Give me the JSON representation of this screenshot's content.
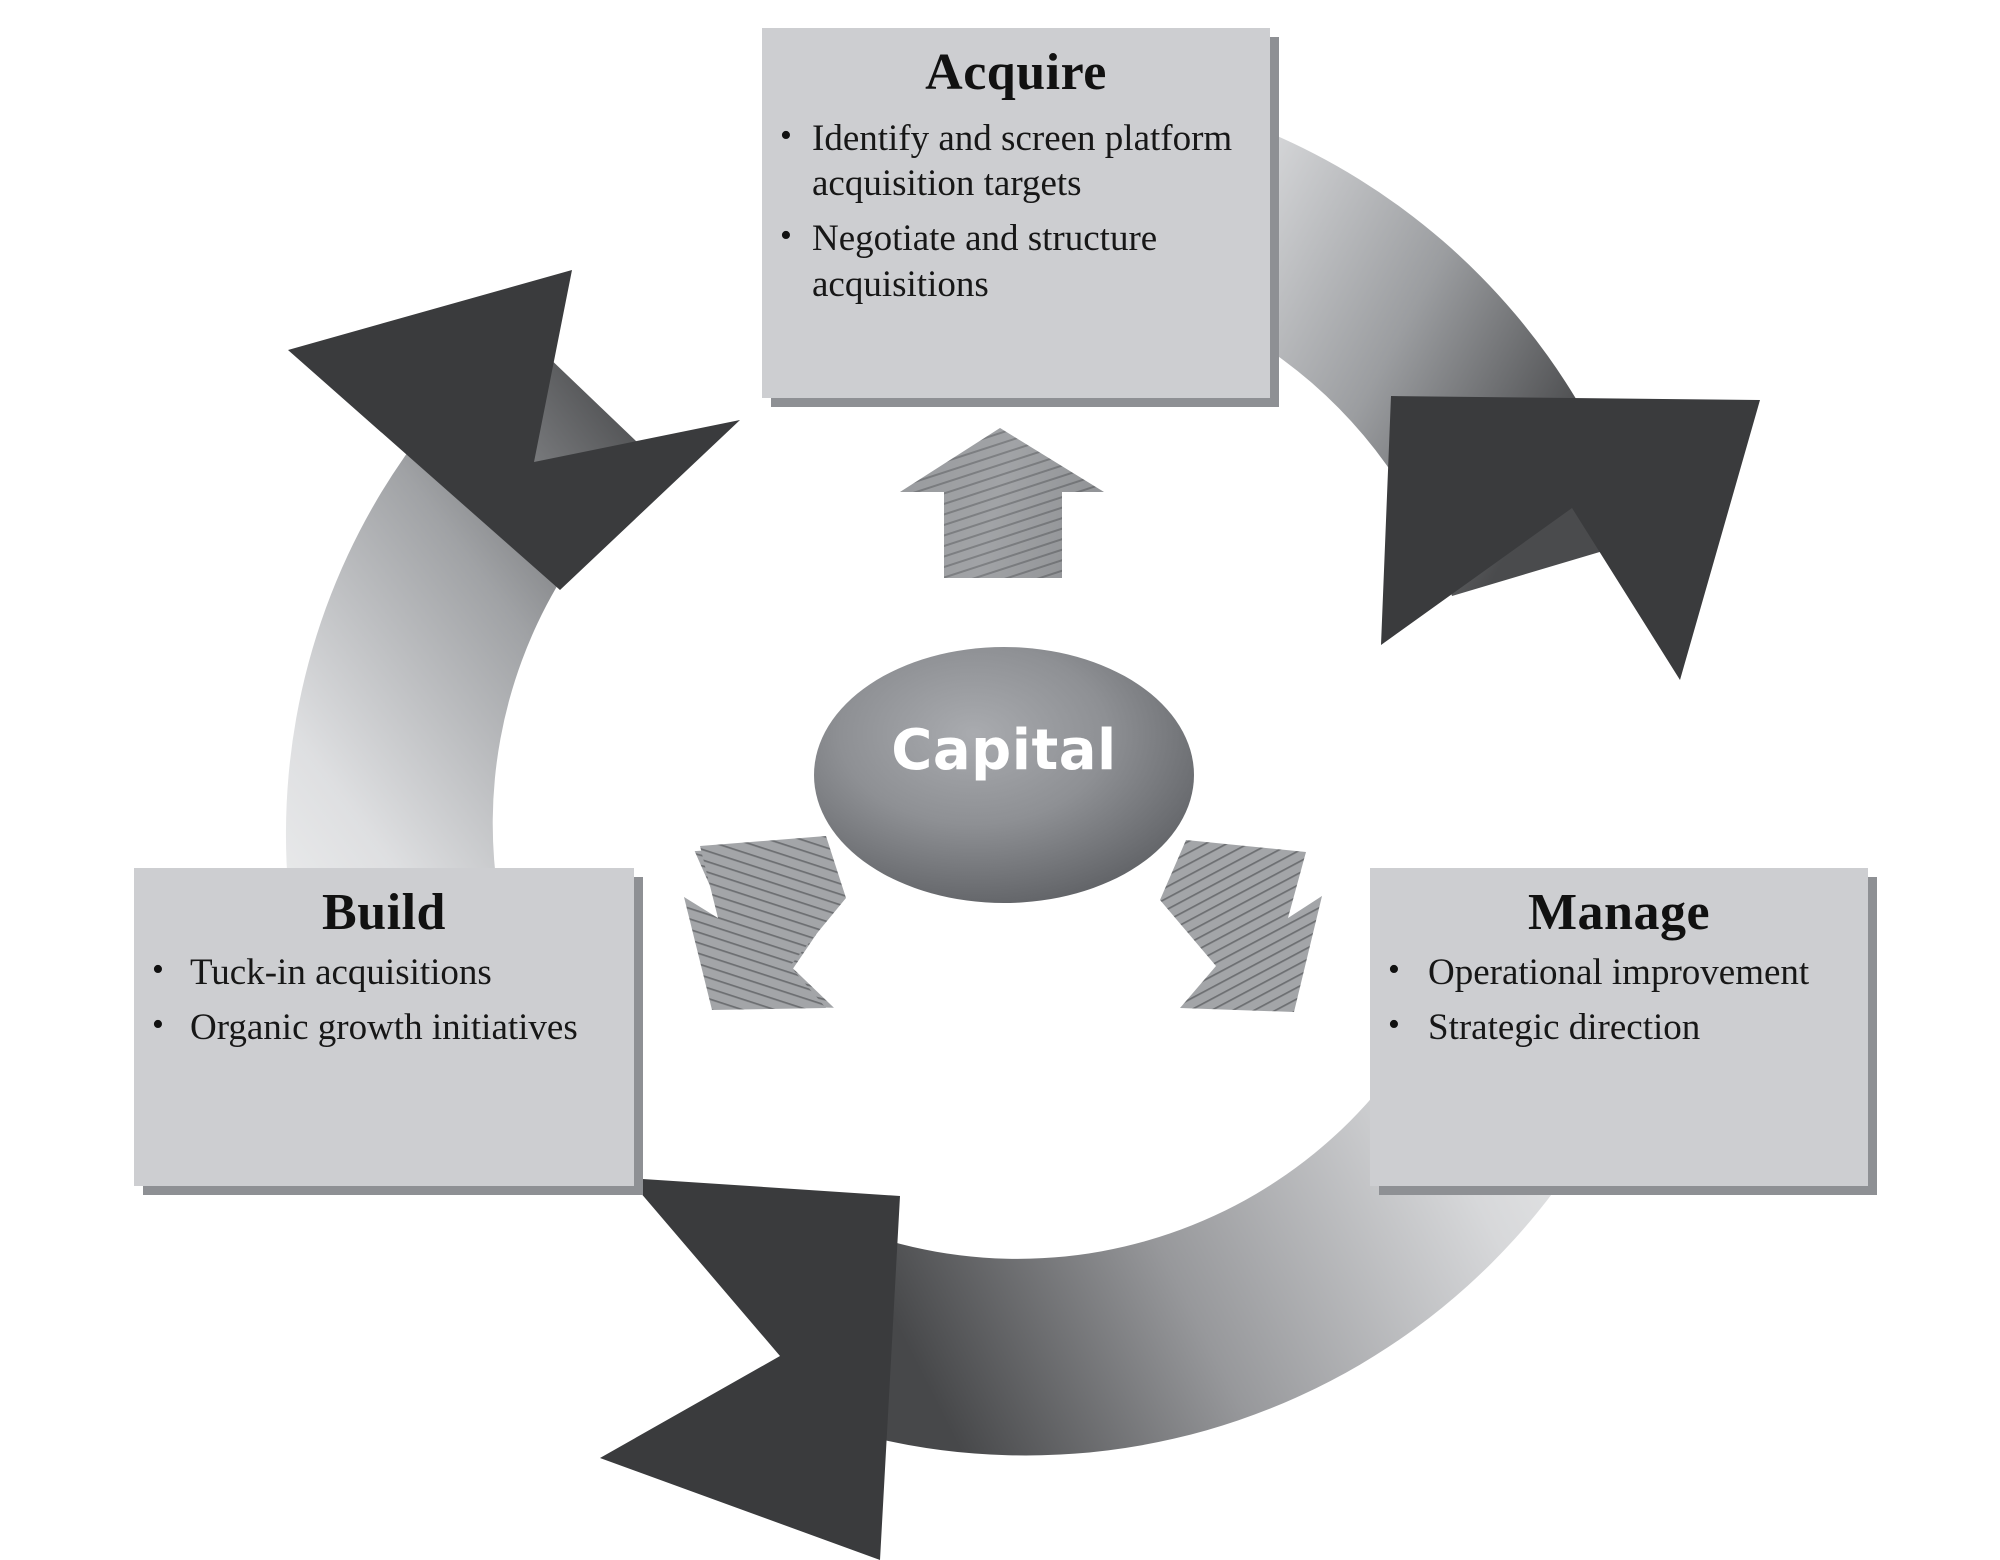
{
  "diagram": {
    "title": "Acquire - Build - Manage capital cycle",
    "hub": {
      "label": "Capital"
    },
    "phases": [
      {
        "id": "acquire",
        "title": "Acquire",
        "bullets": [
          "Identify and screen platform acquisition targets",
          "Negotiate and structure acquisitions"
        ]
      },
      {
        "id": "build",
        "title": "Build",
        "bullets": [
          "Tuck-in acquisitions",
          "Organic growth initiatives"
        ]
      },
      {
        "id": "manage",
        "title": "Manage",
        "bullets": [
          "Operational improvement",
          "Strategic direction"
        ]
      }
    ],
    "flow_arrows": [
      {
        "id": "acquire-to-manage",
        "from": "Acquire",
        "to": "Manage",
        "direction": "clockwise"
      },
      {
        "id": "manage-to-build",
        "from": "Manage",
        "to": "Build",
        "direction": "clockwise"
      },
      {
        "id": "build-to-acquire",
        "from": "Build",
        "to": "Acquire",
        "direction": "clockwise"
      }
    ],
    "hub_arrows": [
      {
        "id": "capital-to-acquire",
        "points_to": "Acquire",
        "orientation": "up"
      },
      {
        "id": "capital-to-build",
        "points_to": "Build",
        "orientation": "down-left"
      },
      {
        "id": "capital-to-manage",
        "points_to": "Manage",
        "orientation": "up-left"
      }
    ],
    "colors": {
      "box_fill": "#cdced1",
      "box_shadow": "#8e9094",
      "text": "#111111",
      "hub_text": "#ffffff",
      "hub_fill_light": "#9b9da1",
      "hub_fill_dark": "#56585c",
      "arrow_head_dark": "#3a3b3d",
      "arrow_band_light": "#e9eaeb",
      "arrow_band_mid": "#9a9c9f",
      "background": "#ffffff"
    }
  }
}
